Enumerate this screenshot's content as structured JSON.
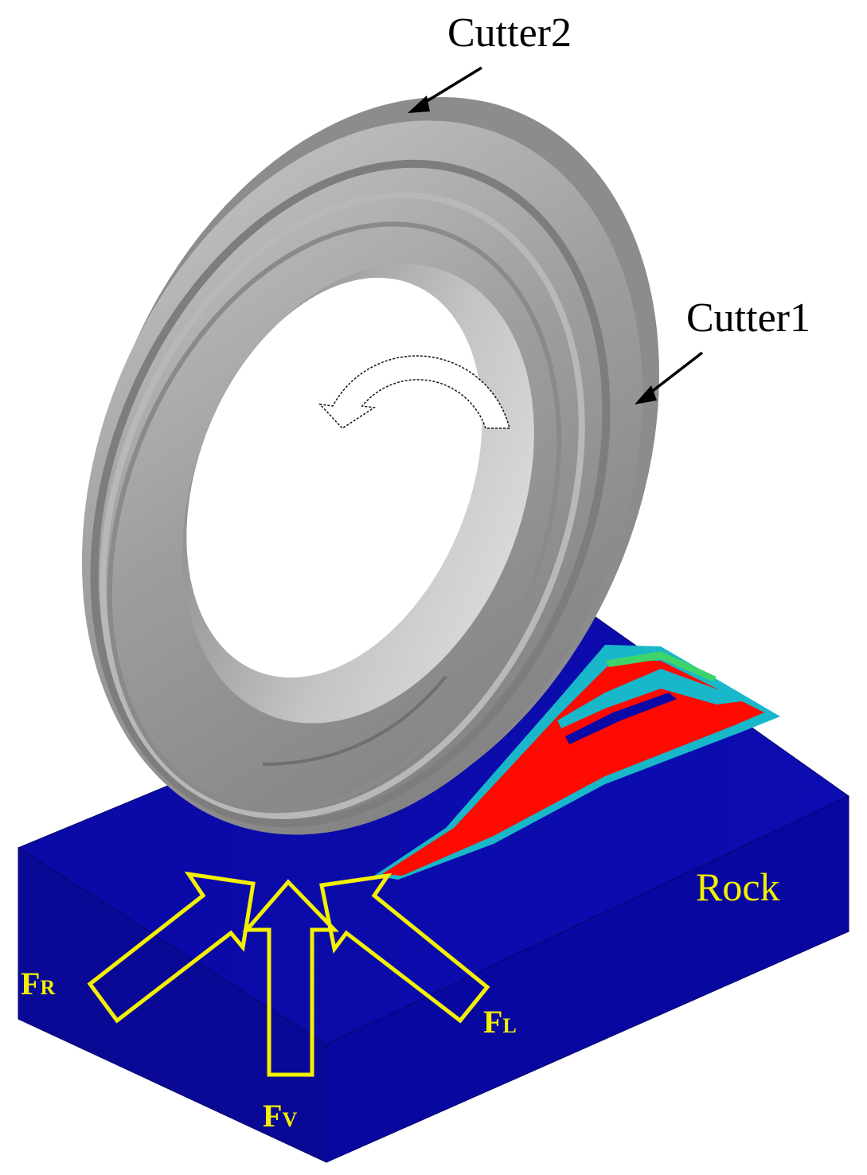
{
  "labels": {
    "cutter2": "Cutter2",
    "cutter1": "Cutter1",
    "rock": "Rock"
  },
  "forces": {
    "radial": {
      "main": "F",
      "sub": "R"
    },
    "vertical": {
      "main": "F",
      "sub": "V"
    },
    "lateral": {
      "main": "F",
      "sub": "L"
    }
  },
  "colors": {
    "rock_blue": "#0b0aa6",
    "damage_red": "#ff0a00",
    "transition_cyan": "#18b7c9",
    "transition_green": "#3fd46a",
    "cutter_gray": "#a9a9a9",
    "force_arrow_yellow": "#f3f000",
    "label_black": "#000000"
  },
  "icons": {
    "rotation": "curved-arrow-counterclockwise-icon"
  }
}
